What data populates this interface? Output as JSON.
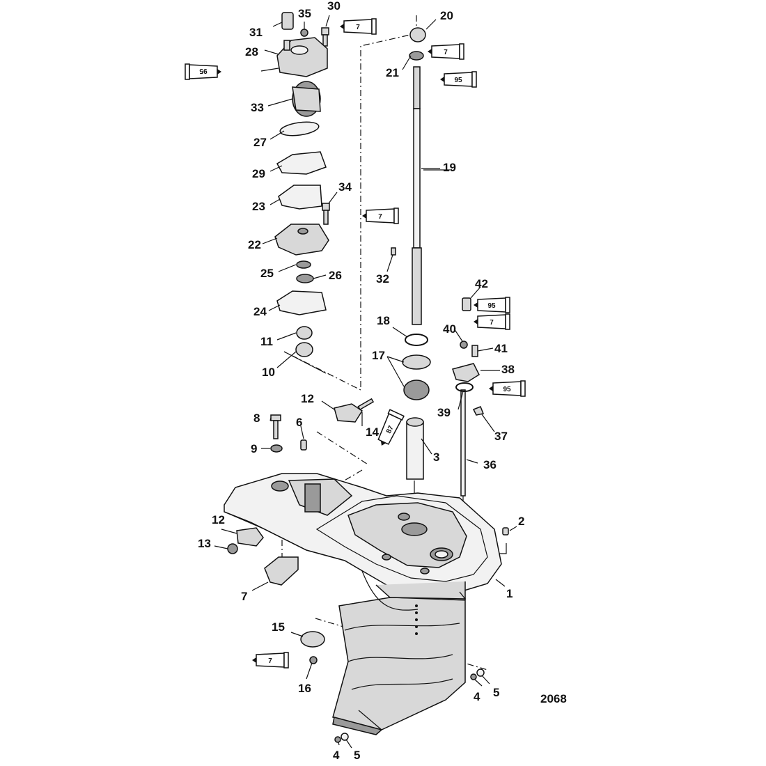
{
  "figure_number": "2068",
  "callouts": [
    {
      "id": "1",
      "label": "1"
    },
    {
      "id": "2",
      "label": "2"
    },
    {
      "id": "3",
      "label": "3"
    },
    {
      "id": "4a",
      "label": "4"
    },
    {
      "id": "4b",
      "label": "4"
    },
    {
      "id": "5a",
      "label": "5"
    },
    {
      "id": "5b",
      "label": "5"
    },
    {
      "id": "6",
      "label": "6"
    },
    {
      "id": "7",
      "label": "7"
    },
    {
      "id": "8",
      "label": "8"
    },
    {
      "id": "9",
      "label": "9"
    },
    {
      "id": "10",
      "label": "10"
    },
    {
      "id": "11",
      "label": "11"
    },
    {
      "id": "12a",
      "label": "12"
    },
    {
      "id": "12b",
      "label": "12"
    },
    {
      "id": "13",
      "label": "13"
    },
    {
      "id": "14",
      "label": "14"
    },
    {
      "id": "15",
      "label": "15"
    },
    {
      "id": "16",
      "label": "16"
    },
    {
      "id": "17",
      "label": "17"
    },
    {
      "id": "18",
      "label": "18"
    },
    {
      "id": "19",
      "label": "19"
    },
    {
      "id": "20",
      "label": "20"
    },
    {
      "id": "21",
      "label": "21"
    },
    {
      "id": "22",
      "label": "22"
    },
    {
      "id": "23",
      "label": "23"
    },
    {
      "id": "24",
      "label": "24"
    },
    {
      "id": "25",
      "label": "25"
    },
    {
      "id": "26",
      "label": "26"
    },
    {
      "id": "27",
      "label": "27"
    },
    {
      "id": "28",
      "label": "28"
    },
    {
      "id": "29",
      "label": "29"
    },
    {
      "id": "30",
      "label": "30"
    },
    {
      "id": "31",
      "label": "31"
    },
    {
      "id": "32",
      "label": "32"
    },
    {
      "id": "33",
      "label": "33"
    },
    {
      "id": "34",
      "label": "34"
    },
    {
      "id": "35",
      "label": "35"
    },
    {
      "id": "36",
      "label": "36"
    },
    {
      "id": "37",
      "label": "37"
    },
    {
      "id": "38",
      "label": "38"
    },
    {
      "id": "39",
      "label": "39"
    },
    {
      "id": "40",
      "label": "40"
    },
    {
      "id": "41",
      "label": "41"
    },
    {
      "id": "42",
      "label": "42"
    }
  ],
  "lubricant_tubes": [
    {
      "id": "t30",
      "label": "7"
    },
    {
      "id": "t28",
      "label": "95"
    },
    {
      "id": "t21a",
      "label": "7"
    },
    {
      "id": "t21b",
      "label": "95"
    },
    {
      "id": "t34",
      "label": "7"
    },
    {
      "id": "t42a",
      "label": "95"
    },
    {
      "id": "t42b",
      "label": "7"
    },
    {
      "id": "t39",
      "label": "95"
    },
    {
      "id": "t14",
      "label": "87"
    },
    {
      "id": "t16",
      "label": "7"
    }
  ]
}
